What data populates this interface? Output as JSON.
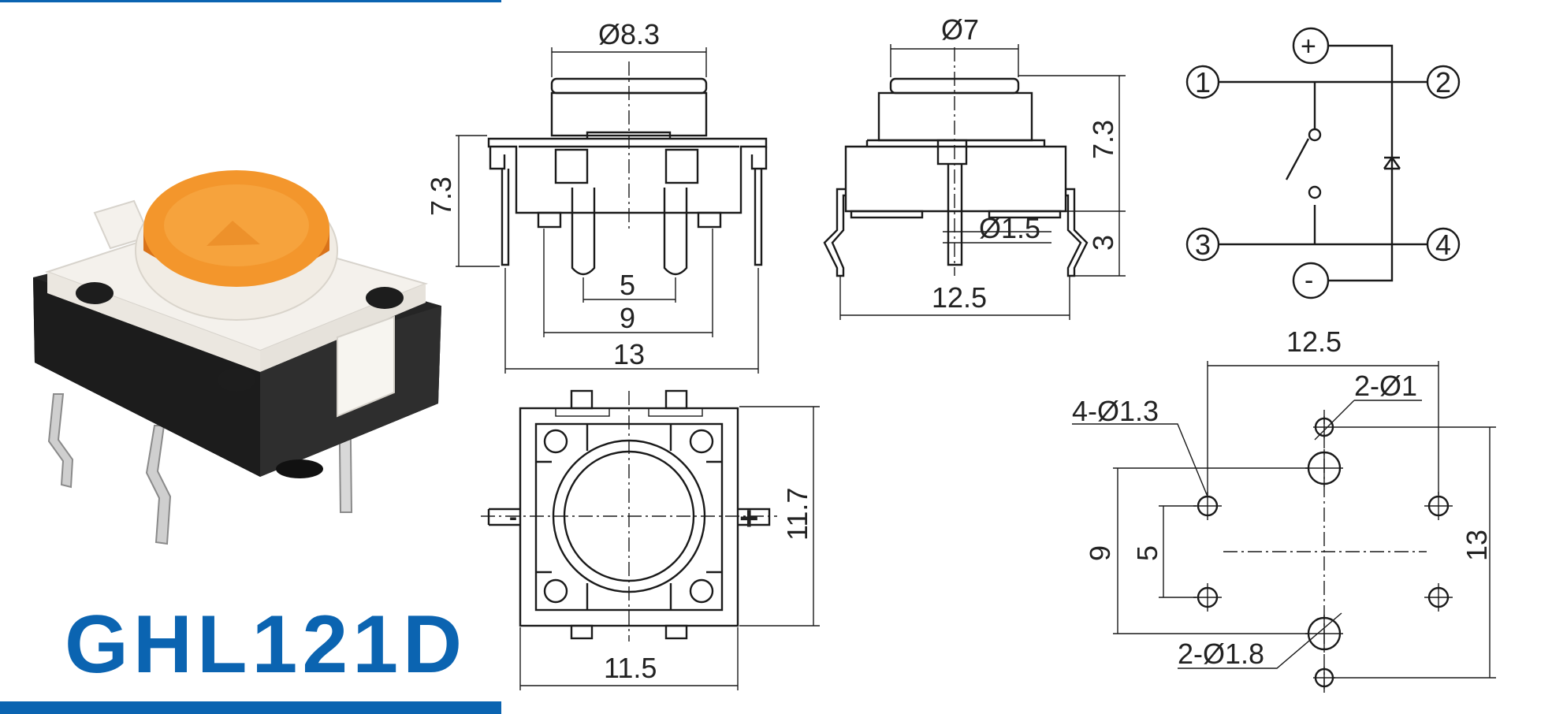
{
  "model": "GHL121D",
  "colors": {
    "brand_blue": "#0b64b1",
    "cap_orange": "#f3962c",
    "housing_white": "#f4f1ec",
    "body_black": "#222222"
  },
  "front_view": {
    "cap_diameter": "Ø8.3",
    "height": "7.3",
    "pin_pitch_inner": "5",
    "pin_pitch_outer": "9",
    "width": "13"
  },
  "side_view": {
    "cap_diameter": "Ø7",
    "height": "7.3",
    "pin_length": "3",
    "pin_diameter": "Ø1.5",
    "width": "12.5"
  },
  "top_view": {
    "width": "11.5",
    "height": "11.7",
    "minus_symbol": "-",
    "plus_symbol": "+"
  },
  "schematic": {
    "pins": [
      "1",
      "2",
      "3",
      "4"
    ],
    "plus_terminal": "+",
    "minus_terminal": "-"
  },
  "pcb_layout": {
    "span_x": "12.5",
    "small_holes": "2-Ø1",
    "pin_holes": "4-Ø1.3",
    "large_holes": "2-Ø1.8",
    "span_y_outer": "9",
    "span_y_inner": "5",
    "span_y_total": "13"
  }
}
